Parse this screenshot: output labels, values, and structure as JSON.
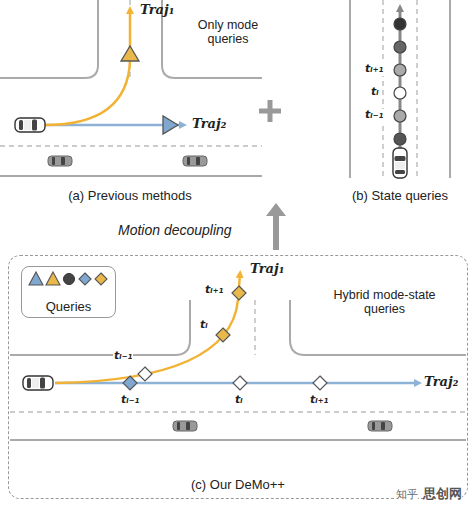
{
  "diagram": {
    "nodes": [
      {
        "text": [
          "(c) Our DeMo++"
        ]
      },
      {
        "text": [
          "Queries"
        ],
        "in": 0
      }
    ],
    "labels": [
      "Traj₁",
      "Only mode queries",
      "Traj₂",
      "(a) Previous methods",
      "tᵢ₊₁",
      "tᵢ",
      "tᵢ₋₁",
      "(b) State queries",
      "Motion decoupling",
      "Hybrid mode-state queries",
      "Traj₁",
      "tᵢ₊₁",
      "tᵢ",
      "tᵢ₋₁",
      "Traj₂",
      "tᵢ₋₁",
      "tᵢ",
      "tᵢ₊₁",
      "知乎",
      "思创网"
    ]
  }
}
